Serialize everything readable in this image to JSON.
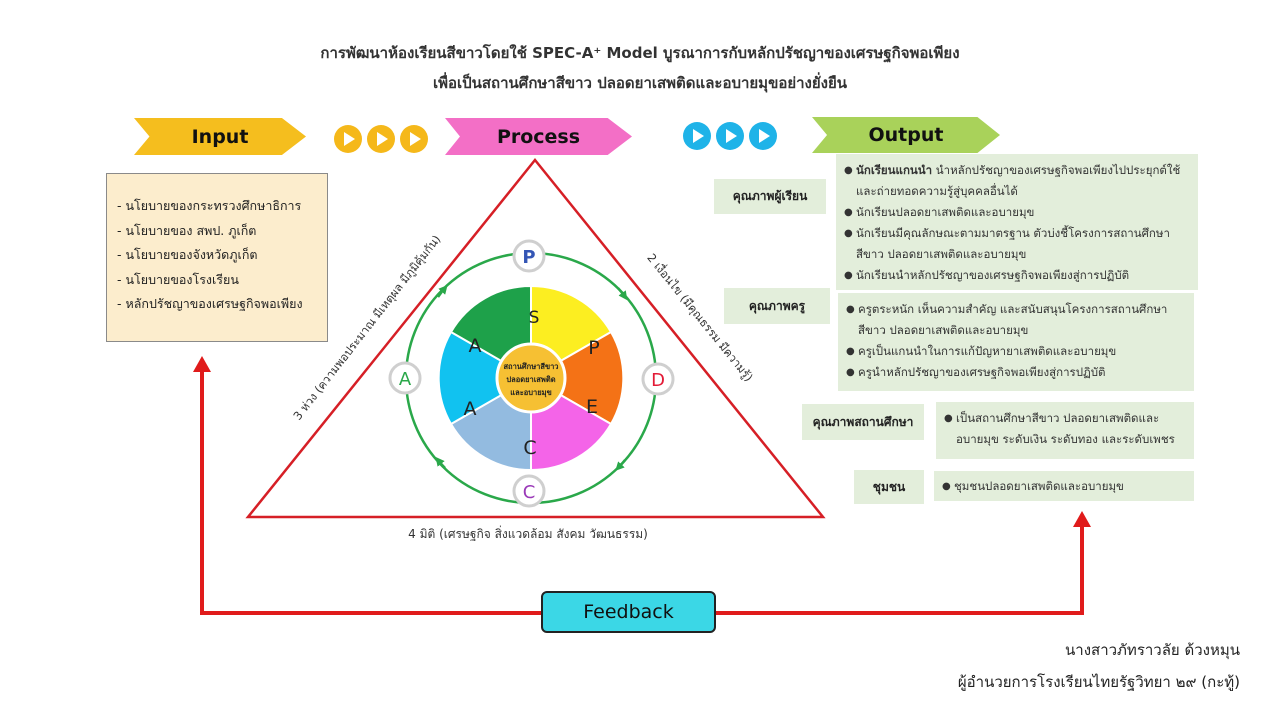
{
  "title": {
    "line1": "การพัฒนาห้องเรียนสีขาวโดยใช้ SPEC-A⁺ Model บูรณาการกับหลักปรัชญาของเศรษฐกิจพอเพียง",
    "line2": "เพื่อเป็นสถานศึกษาสีขาว ปลอดยาเสพติดและอบายมุขอย่างยั่งยืน"
  },
  "stages": {
    "input": "Input",
    "process": "Process",
    "output": "Output",
    "feedback": "Feedback"
  },
  "input_items": [
    "- นโยบายของกระทรวงศึกษาธิการ",
    "- นโยบายของ สพป. ภูเก็ต",
    "- นโยบายของจังหวัดภูเก็ต",
    "- นโยบายของโรงเรียน",
    "- หลักปรัชญาของเศรษฐกิจพอเพียง"
  ],
  "triangle": {
    "left_side": "3 ห่วง (ความพอประมาณ มีเหตุผล มีภูมิคุ้มกัน)",
    "right_side": "2 เงื่อนไข (มีคุณธรรม มีความรู้)",
    "bottom_side": "4 มิติ (เศรษฐกิจ สิ่งแวดล้อม สังคม วัฒนธรรม)"
  },
  "cycle_nodes": [
    "P",
    "D",
    "C",
    "A"
  ],
  "wheel": {
    "segments": [
      "S",
      "P",
      "E",
      "C",
      "A",
      "A"
    ],
    "center": [
      "สถานศึกษาสีขาว",
      "ปลอดยาเสพติด",
      "และอบายมุข"
    ]
  },
  "outputs": [
    {
      "label": "คุณภาพผู้เรียน",
      "items": [
        {
          "lead": "นักเรียนแกนนำ",
          "text": " นำหลักปรัชญาของเศรษฐกิจพอเพียงไปประยุกต์ใช้",
          "cont": "และถ่ายทอดความรู้สู่บุคคลอื่นได้"
        },
        {
          "text": "นักเรียนปลอดยาเสพติดและอบายมุข"
        },
        {
          "text": "นักเรียนมีคุณลักษณะตามมาตรฐาน  ตัวบ่งชี้โครงการสถานศึกษา",
          "cont": "สีขาว ปลอดยาเสพติดและอบายมุข"
        },
        {
          "text": "นักเรียนนำหลักปรัชญาของเศรษฐกิจพอเพียงสู่การปฏิบัติ"
        }
      ]
    },
    {
      "label": "คุณภาพครู",
      "items": [
        {
          "text": "ครูตระหนัก เห็นความสำคัญ และสนับสนุนโครงการสถานศึกษา",
          "cont": "สีขาว ปลอดยาเสพติดและอบายมุข"
        },
        {
          "text": "ครูเป็นแกนนำในการแก้ปัญหายาเสพติดและอบายมุข"
        },
        {
          "text": "ครูนำหลักปรัชญาของเศรษฐกิจพอเพียงสู่การปฏิบัติ"
        }
      ]
    },
    {
      "label": "คุณภาพสถานศึกษา",
      "items": [
        {
          "text": "เป็นสถานศึกษาสีขาว ปลอดยาเสพติดและ",
          "cont": "อบายมุข ระดับเงิน ระดับทอง และระดับเพชร"
        }
      ]
    },
    {
      "label": "ชุมชน",
      "items": [
        {
          "text": "ชุมชนปลอดยาเสพติดและอบายมุข"
        }
      ]
    }
  ],
  "signature": {
    "name": "นางสาวภัทราวลัย  ด้วงหมุน",
    "position": "ผู้อำนวยการโรงเรียนไทยรัฐวิทยา ๒๙ (กะทู้)"
  },
  "colors": {
    "input_arrow": "#f5be1e",
    "process_arrow": "#f36fc6",
    "output_arrow": "#a9d25a",
    "input_dots": "#f5b81a",
    "output_dots": "#1fb3e8",
    "triangle": "#d61f26",
    "cycle": "#2aa84a",
    "feedback_line": "#e01b1b",
    "feedback_box": "#3bd7e6",
    "wheel_s": "#fcee21",
    "wheel_p": "#f47216",
    "wheel_e": "#f464e8",
    "wheel_c": "#93bbe0",
    "wheel_a_bottom": "#11c2f0",
    "wheel_a_top": "#1ea14a",
    "center": "#f6c033",
    "node_p": "#3456b5",
    "node_d": "#e31a36",
    "node_c": "#9a39b8",
    "node_a": "#2aa84a"
  }
}
